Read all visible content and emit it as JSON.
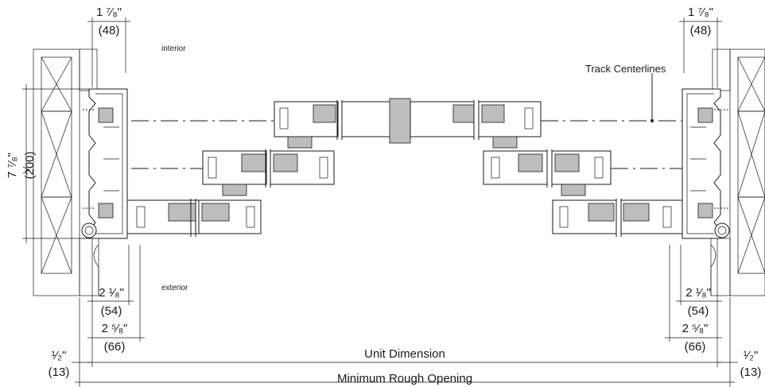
{
  "labels": {
    "interior": "interior",
    "exterior": "exterior",
    "track_centerlines": "Track Centerlines",
    "unit_dimension": "Unit Dimension",
    "minimum_rough_opening": "Minimum Rough Opening"
  },
  "dimensions": {
    "top_left_in": "1 ⁷⁄₈\"",
    "top_left_mm": "(48)",
    "top_right_in": "1 ⁷⁄₈\"",
    "top_right_mm": "(48)",
    "vertical_in": "7 ⁷⁄₈\"",
    "vertical_mm": "(200)",
    "left_a_in": "2 ¹⁄₈\"",
    "left_a_mm": "(54)",
    "left_b_in": "2 ⁵⁄₈\"",
    "left_b_mm": "(66)",
    "right_a_in": "2 ¹⁄₈\"",
    "right_a_mm": "(54)",
    "right_b_in": "2 ⁵⁄₈\"",
    "right_b_mm": "(66)",
    "left_gap_in": "¹⁄₂\"",
    "left_gap_mm": "(13)",
    "right_gap_in": "¹⁄₂\"",
    "right_gap_mm": "(13)"
  }
}
